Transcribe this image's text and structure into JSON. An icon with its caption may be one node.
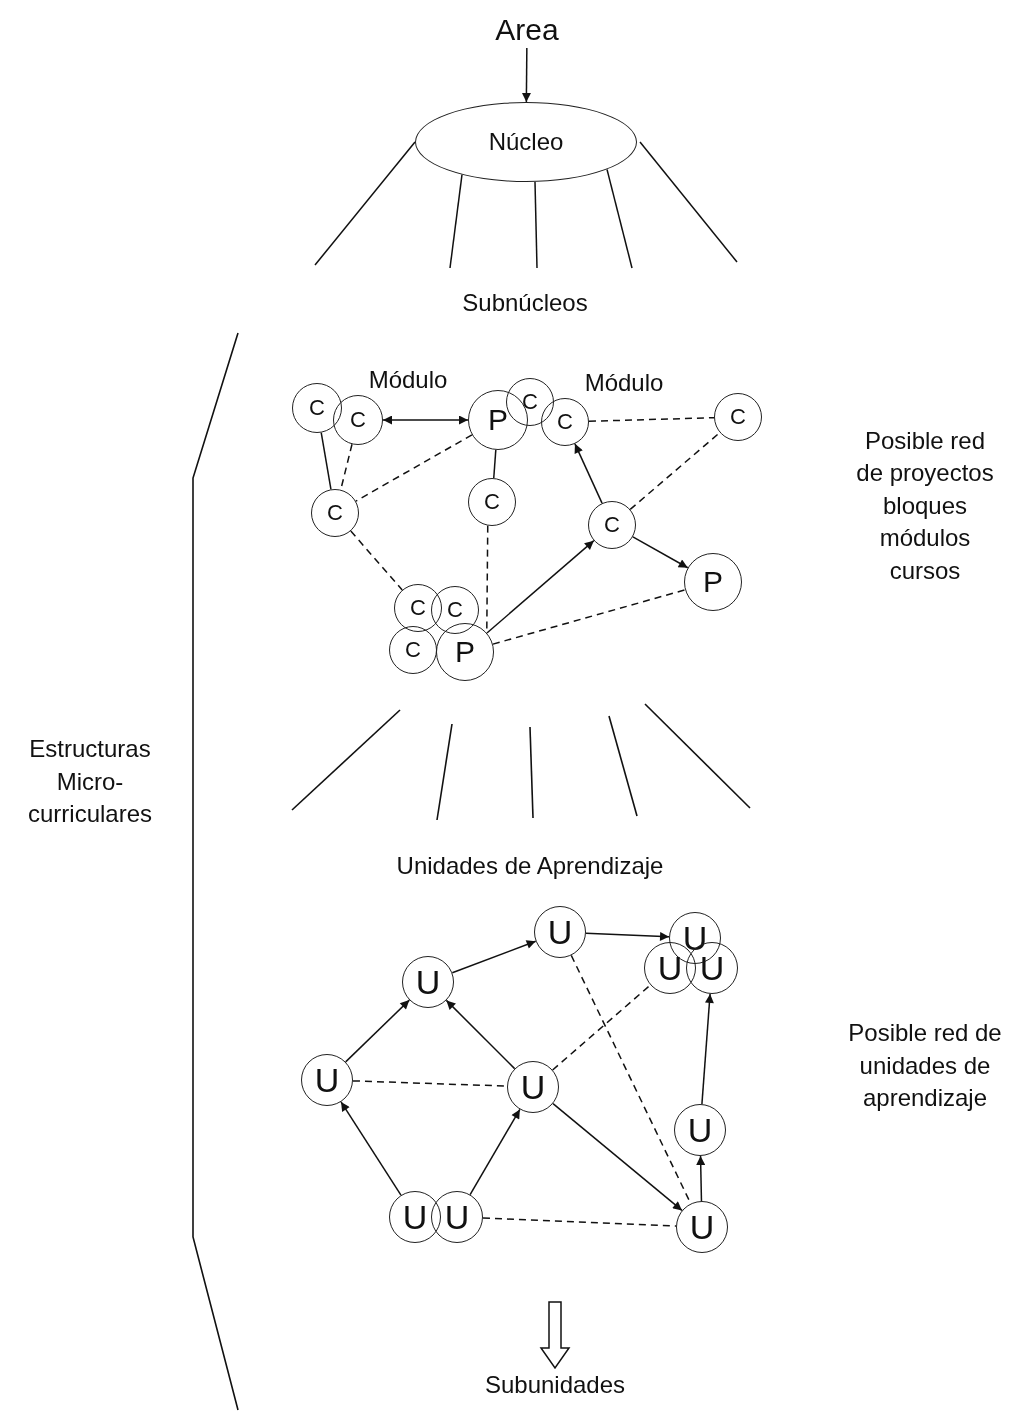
{
  "diagram": {
    "nodes": [
      {
        "text": [
          "Area"
        ]
      },
      {
        "text": [
          "Núcleo"
        ]
      },
      {
        "text": [
          "C"
        ]
      },
      {
        "text": [
          "C"
        ]
      },
      {
        "text": [
          "P"
        ]
      },
      {
        "text": [
          "C"
        ]
      },
      {
        "text": [
          "C"
        ]
      },
      {
        "text": [
          "C"
        ]
      },
      {
        "text": [
          "C"
        ]
      },
      {
        "text": [
          "C"
        ]
      },
      {
        "text": [
          "C"
        ]
      },
      {
        "text": [
          "P"
        ]
      },
      {
        "text": [
          "C"
        ]
      },
      {
        "text": [
          "C"
        ]
      },
      {
        "text": [
          "C"
        ]
      },
      {
        "text": [
          "P"
        ]
      },
      {
        "text": [
          "U"
        ]
      },
      {
        "text": [
          "U"
        ]
      },
      {
        "text": [
          "U"
        ]
      },
      {
        "text": [
          "U"
        ]
      },
      {
        "text": [
          "U"
        ]
      },
      {
        "text": [
          "U"
        ]
      },
      {
        "text": [
          "U"
        ]
      },
      {
        "text": [
          "U"
        ]
      },
      {
        "text": [
          "U"
        ]
      },
      {
        "text": [
          "U"
        ]
      },
      {
        "text": [
          "U"
        ]
      },
      {
        "text": [
          "Subunidades"
        ]
      }
    ],
    "edges": [
      {
        "from": 0,
        "to": 1,
        "arrow": "to"
      },
      {
        "from": 1,
        "to": null,
        "arrow": "none"
      },
      {
        "from": 1,
        "to": null,
        "arrow": "none"
      },
      {
        "from": 1,
        "to": null,
        "arrow": "none"
      },
      {
        "from": 1,
        "to": null,
        "arrow": "none"
      },
      {
        "from": 1,
        "to": null,
        "arrow": "none"
      },
      {
        "from": 3,
        "to": 4,
        "arrow": "both"
      },
      {
        "from": 2,
        "to": 8,
        "arrow": "none"
      },
      {
        "from": 3,
        "to": 8,
        "arrow": "none",
        "style": "dashed"
      },
      {
        "from": 4,
        "to": 8,
        "arrow": "none",
        "style": "dashed"
      },
      {
        "from": 4,
        "to": 9,
        "arrow": "none"
      },
      {
        "from": 6,
        "to": 7,
        "arrow": "none",
        "style": "dashed"
      },
      {
        "from": 10,
        "to": 6,
        "arrow": "to"
      },
      {
        "from": 10,
        "to": 7,
        "arrow": "none",
        "style": "dashed"
      },
      {
        "from": 10,
        "to": 11,
        "arrow": "to"
      },
      {
        "from": 8,
        "to": 12,
        "arrow": "none",
        "style": "dashed"
      },
      {
        "from": 9,
        "to": 15,
        "arrow": "none",
        "style": "dashed"
      },
      {
        "from": 15,
        "to": 10,
        "arrow": "to"
      },
      {
        "from": 15,
        "to": 11,
        "arrow": "none",
        "style": "dashed"
      },
      {
        "from": 18,
        "to": 16,
        "arrow": "to"
      },
      {
        "from": 16,
        "to": 17,
        "arrow": "to"
      },
      {
        "from": 21,
        "to": 18,
        "arrow": "to"
      },
      {
        "from": 22,
        "to": 18,
        "arrow": "to"
      },
      {
        "from": 21,
        "to": 22,
        "arrow": "none",
        "style": "dashed"
      },
      {
        "from": 22,
        "to": 19,
        "arrow": "none",
        "style": "dashed"
      },
      {
        "from": 16,
        "to": 26,
        "arrow": "none",
        "style": "dashed"
      },
      {
        "from": 22,
        "to": 26,
        "arrow": "to"
      },
      {
        "from": 24,
        "to": 21,
        "arrow": "to"
      },
      {
        "from": 25,
        "to": 22,
        "arrow": "to"
      },
      {
        "from": 25,
        "to": 26,
        "arrow": "none",
        "style": "dashed"
      },
      {
        "from": 26,
        "to": 23,
        "arrow": "to"
      },
      {
        "from": 23,
        "to": 20,
        "arrow": "to"
      },
      {
        "from": null,
        "to": 27,
        "arrow": "to",
        "style": "thick"
      }
    ],
    "labels": [
      "Subnúcleos",
      "Módulo",
      "Módulo",
      "Posible red de proyectos bloques módulos cursos",
      "Estructuras Micro-curriculares",
      "Unidades de Aprendizaje",
      "Posible red de unidades de aprendizaje"
    ]
  }
}
